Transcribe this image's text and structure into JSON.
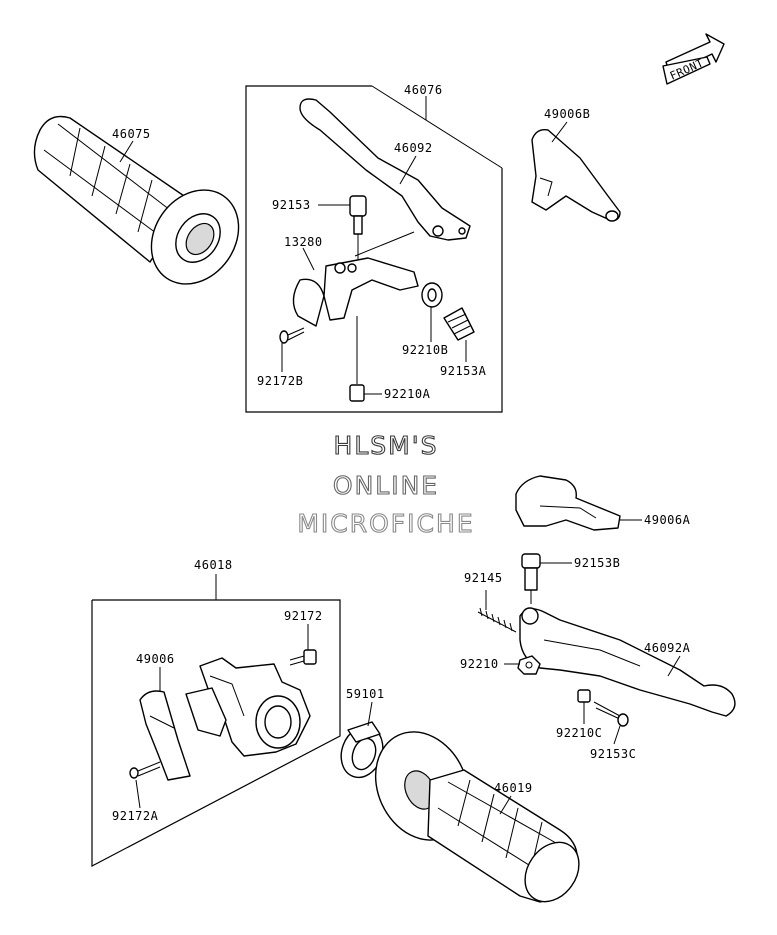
{
  "header": {
    "front_label": "FRONT"
  },
  "watermark": {
    "line1": "HLSM'S",
    "line2": "ONLINE",
    "line3": "MICROFICHE"
  },
  "parts": {
    "p46075": "46075",
    "p46076": "46076",
    "p46092": "46092",
    "p49006B": "49006B",
    "p92153": "92153",
    "p13280": "13280",
    "p92210B": "92210B",
    "p92153A": "92153A",
    "p92172B": "92172B",
    "p92210A": "92210A",
    "p49006A": "49006A",
    "p92153B": "92153B",
    "p92145": "92145",
    "p46092A": "46092A",
    "p92210": "92210",
    "p92210C": "92210C",
    "p92153C": "92153C",
    "p46018": "46018",
    "p92172": "92172",
    "p49006": "49006",
    "p59101": "59101",
    "p46019": "46019",
    "p92172A": "92172A"
  },
  "colors": {
    "ink": "#000000",
    "watermark_1": "#3a3a3a",
    "watermark_2": "#666666",
    "watermark_3": "#8a8a8a"
  }
}
